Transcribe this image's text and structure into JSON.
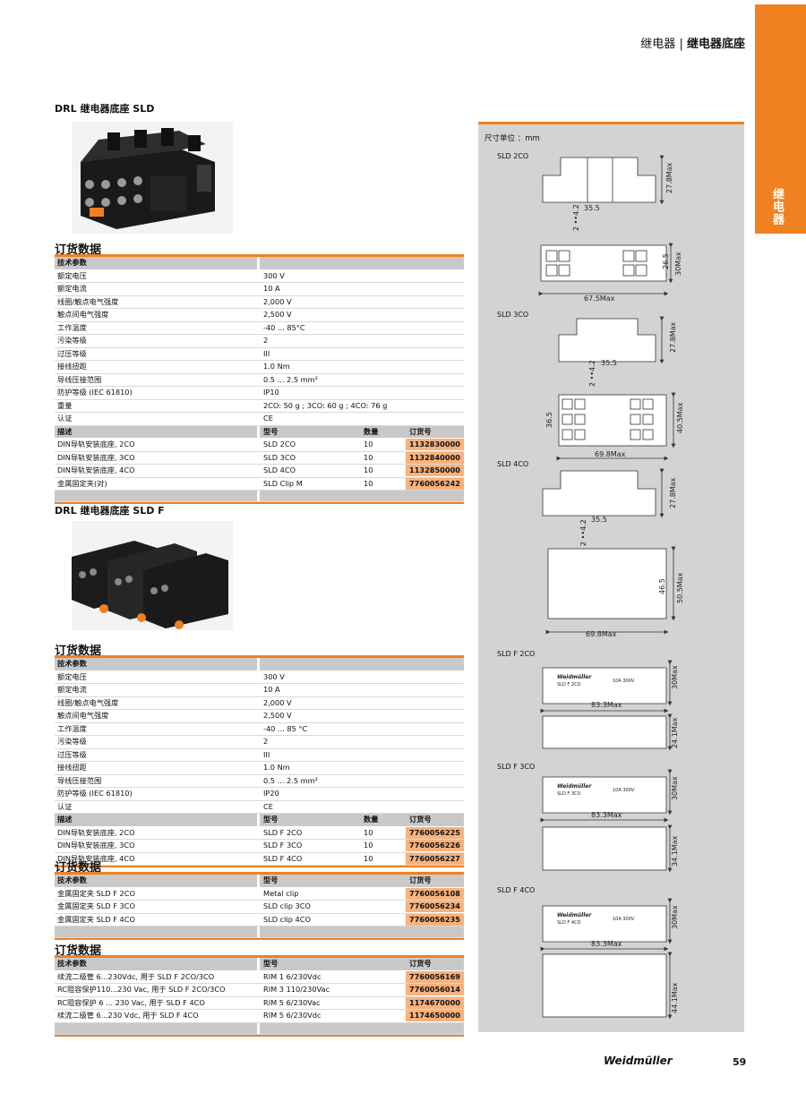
{
  "side_tab": "继电器",
  "breadcrumb": {
    "section": "继电器",
    "sep": "|",
    "page": "继电器底座"
  },
  "product1": {
    "title": "DRL 继电器底座 SLD",
    "order_title": "订货数据",
    "tech_header": "技术参数",
    "specs": [
      [
        "额定电压",
        "300 V"
      ],
      [
        "额定电流",
        "10 A"
      ],
      [
        "线圈/触点电气强度",
        "2,000 V"
      ],
      [
        "触点间电气强度",
        "2,500 V"
      ],
      [
        "工作温度",
        "-40 ... 85°C"
      ],
      [
        "污染等级",
        "2"
      ],
      [
        "过压等级",
        "III"
      ],
      [
        "接线扭距",
        "1.0 Nm"
      ],
      [
        "导线压接范围",
        "0.5 ... 2.5 mm²"
      ],
      [
        "防护等级 (IEC 61810)",
        "IP10"
      ],
      [
        "重量",
        "2CO: 50 g ; 3CO: 60 g ; 4CO: 76 g"
      ],
      [
        "认证",
        "CE"
      ]
    ],
    "order_header": [
      "描述",
      "型号",
      "数量",
      "订货号"
    ],
    "orders": [
      [
        "DIN导轨安装底座, 2CO",
        "SLD 2CO",
        "10",
        "1132830000"
      ],
      [
        "DIN导轨安装底座, 3CO",
        "SLD 3CO",
        "10",
        "1132840000"
      ],
      [
        "DIN导轨安装底座, 4CO",
        "SLD 4CO",
        "10",
        "1132850000"
      ],
      [
        "金属固定夹(对)",
        "SLD Clip M",
        "10",
        "7760056242"
      ]
    ]
  },
  "product2": {
    "title": "DRL 继电器底座 SLD F",
    "order_title": "订货数据",
    "tech_header": "技术参数",
    "specs": [
      [
        "额定电压",
        "300 V"
      ],
      [
        "额定电流",
        "10 A"
      ],
      [
        "线圈/触点电气强度",
        "2,000 V"
      ],
      [
        "触点间电气强度",
        "2,500 V"
      ],
      [
        "工作温度",
        "-40 ... 85 °C"
      ],
      [
        "污染等级",
        "2"
      ],
      [
        "过压等级",
        "III"
      ],
      [
        "接线扭距",
        "1.0 Nm"
      ],
      [
        "导线压接范围",
        "0.5 ... 2.5 mm²"
      ],
      [
        "防护等级 (IEC 61810)",
        "IP20"
      ],
      [
        "认证",
        "CE"
      ]
    ],
    "order_header": [
      "描述",
      "型号",
      "数量",
      "订货号"
    ],
    "orders": [
      [
        "DIN导轨安装底座, 2CO",
        "SLD F 2CO",
        "10",
        "7760056225"
      ],
      [
        "DIN导轨安装底座, 3CO",
        "SLD F 3CO",
        "10",
        "7760056226"
      ],
      [
        "DIN导轨安装底座, 4CO",
        "SLD F 4CO",
        "10",
        "7760056227"
      ]
    ]
  },
  "clips": {
    "title": "订货数据",
    "header": [
      "技术参数",
      "型号",
      "订货号"
    ],
    "rows": [
      [
        "金属固定夹 SLD F 2CO",
        "Metal clip",
        "7760056108"
      ],
      [
        "金属固定夹 SLD F 3CO",
        "SLD clip 3CO",
        "7760056234"
      ],
      [
        "金属固定夹 SLD F 4CO",
        "SLD clip 4CO",
        "7760056235"
      ]
    ]
  },
  "modules": {
    "title": "订货数据",
    "header": [
      "技术参数",
      "型号",
      "订货号"
    ],
    "rows": [
      [
        "续流二级管 6...230Vdc, 用于 SLD F 2CO/3CO",
        "RIM 1 6/230Vdc",
        "7760056169"
      ],
      [
        "RC阻容保护110...230 Vac, 用于 SLD F 2CO/3CO",
        "RIM 3 110/230Vac",
        "7760056014"
      ],
      [
        "RC阻容保护 6 ... 230 Vac, 用于 SLD F 4CO",
        "RIM 5 6/230Vac",
        "1174670000"
      ],
      [
        "续流二级管 6...230 Vdc, 用于 SLD F 4CO",
        "RIM 5 6/230Vdc",
        "1174650000"
      ]
    ]
  },
  "dimensions": {
    "unit": "尺寸单位 ：mm",
    "sld2": {
      "label": "SLD 2CO",
      "h": "27.8Max",
      "pin": "35.5",
      "gap": "2 ••4.2",
      "d": "26.5",
      "dmax": "30Max",
      "w": "67.5Max"
    },
    "sld3": {
      "label": "SLD 3CO",
      "h": "27.8Max",
      "pin": "35.5",
      "gap": "2 ••4.2",
      "d": "36.5",
      "dmax": "40.5Max",
      "w": "69.8Max"
    },
    "sld4": {
      "label": "SLD 4CO",
      "h": "27.8Max",
      "pin": "35.5",
      "gap": "2 ••4.2",
      "d": "46.5",
      "dmax": "50.5Max",
      "w": "69.8Max"
    },
    "sldf2": {
      "label": "SLD F 2CO",
      "h": "30Max",
      "w": "83.3Max",
      "d": "24.1Max",
      "brand": "Weidmüller",
      "model": "SLD F 2CO",
      "rating": "10A 300V"
    },
    "sldf3": {
      "label": "SLD F 3CO",
      "h": "30Max",
      "w": "83.3Max",
      "d": "34.1Max",
      "brand": "Weidmüller",
      "model": "SLD F 3CO",
      "rating": "10A 300V"
    },
    "sldf4": {
      "label": "SLD F 4CO",
      "h": "30Max",
      "w": "83.3Max",
      "d": "44.1Max",
      "brand": "Weidmüller",
      "model": "SLD F 4CO",
      "rating": "10A 300V"
    }
  },
  "footer": {
    "logo": "Weidmüller",
    "page": "59"
  }
}
